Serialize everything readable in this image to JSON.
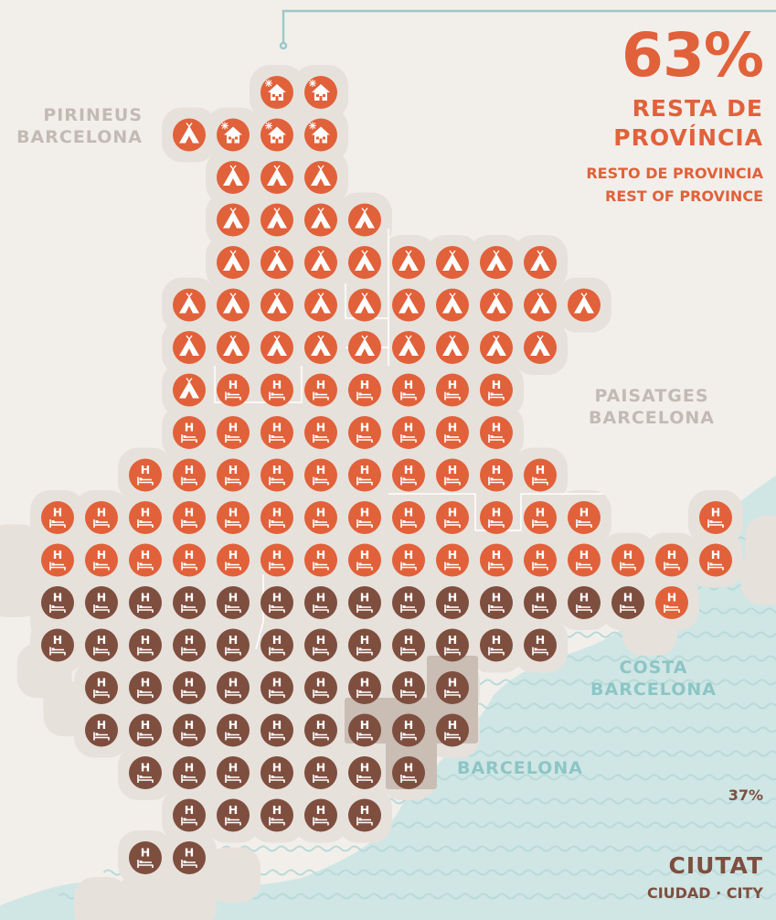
{
  "colors": {
    "background": "#f2efeb",
    "land": "#e7e1db",
    "sea": "#cfe6e5",
    "sea_wave": "#b9dad9",
    "connector": "#9cc9c9",
    "province": "#e1613a",
    "city": "#7e4e3f",
    "region_label": "#c3bab3",
    "coast_label": "#8cc5c5",
    "city_zone": "#c9bdb4"
  },
  "province_stat": {
    "percent": "63%",
    "label_line1": "RESTA DE",
    "label_line2": "PROVÍNCIA",
    "sub_line1": "RESTO DE PROVINCIA",
    "sub_line2": "REST OF PROVINCE",
    "share": 0.63
  },
  "city_stat": {
    "percent": "37%",
    "label": "CIUTAT",
    "sub": "CIUDAD · CITY",
    "share": 0.37
  },
  "regions": {
    "pirineus_line1": "PIRINEUS",
    "pirineus_line2": "BARCELONA",
    "paisatges_line1": "PAISATGES",
    "paisatges_line2": "BARCELONA",
    "costa_line1": "COSTA",
    "costa_line2": "BARCELONA",
    "barcelona": "BARCELONA"
  },
  "icon_types": {
    "H": "hotel-icon",
    "T": "tent-icon",
    "R": "rural-house-icon"
  },
  "icon_grid": [
    {
      "cells": [
        "",
        "",
        "",
        "",
        "",
        "OR",
        "OR"
      ]
    },
    {
      "cells": [
        "",
        "",
        "",
        "OT",
        "OR",
        "OR",
        "OR"
      ]
    },
    {
      "cells": [
        "",
        "",
        "",
        "",
        "OT",
        "OT",
        "OT"
      ]
    },
    {
      "cells": [
        "",
        "",
        "",
        "",
        "OT",
        "OT",
        "OT",
        "OT"
      ]
    },
    {
      "cells": [
        "",
        "",
        "",
        "",
        "OT",
        "OT",
        "OT",
        "OT",
        "OT",
        "OT",
        "OT",
        "OT"
      ]
    },
    {
      "cells": [
        "",
        "",
        "",
        "OT",
        "OT",
        "OT",
        "OT",
        "OT",
        "OT",
        "OT",
        "OT",
        "OT",
        "OT"
      ]
    },
    {
      "cells": [
        "",
        "",
        "",
        "OT",
        "OT",
        "OT",
        "OT",
        "OT",
        "OT",
        "OT",
        "OT",
        "OT"
      ]
    },
    {
      "cells": [
        "",
        "",
        "",
        "OT",
        "OH",
        "OH",
        "OH",
        "OH",
        "OH",
        "OH",
        "OH"
      ]
    },
    {
      "cells": [
        "",
        "",
        "",
        "OH",
        "OH",
        "OH",
        "OH",
        "OH",
        "OH",
        "OH",
        "OH"
      ]
    },
    {
      "cells": [
        "",
        "",
        "OH",
        "OH",
        "OH",
        "OH",
        "OH",
        "OH",
        "OH",
        "OH",
        "OH",
        "OH"
      ]
    },
    {
      "cells": [
        "OH",
        "OH",
        "OH",
        "OH",
        "OH",
        "OH",
        "OH",
        "OH",
        "OH",
        "OH",
        "OH",
        "OH",
        "OH",
        "",
        "",
        "OH"
      ]
    },
    {
      "cells": [
        "OH",
        "OH",
        "OH",
        "OH",
        "OH",
        "OH",
        "OH",
        "OH",
        "OH",
        "OH",
        "OH",
        "OH",
        "OH",
        "OH",
        "OH",
        "OH"
      ]
    },
    {
      "cells": [
        "BH",
        "BH",
        "BH",
        "BH",
        "BH",
        "BH",
        "BH",
        "BH",
        "BH",
        "BH",
        "BH",
        "BH",
        "BH",
        "BH",
        "OH"
      ]
    },
    {
      "cells": [
        "BH",
        "BH",
        "BH",
        "BH",
        "BH",
        "BH",
        "BH",
        "BH",
        "BH",
        "BH",
        "BH",
        "BH"
      ]
    },
    {
      "cells": [
        "",
        "BH",
        "BH",
        "BH",
        "BH",
        "BH",
        "BH",
        "BH",
        "BH",
        "BH"
      ]
    },
    {
      "cells": [
        "",
        "BH",
        "BH",
        "BH",
        "BH",
        "BH",
        "BH",
        "BH",
        "BH",
        "BH"
      ]
    },
    {
      "cells": [
        "",
        "",
        "BH",
        "BH",
        "BH",
        "BH",
        "BH",
        "BH",
        "BH"
      ]
    },
    {
      "cells": [
        "",
        "",
        "",
        "BH",
        "BH",
        "BH",
        "BH",
        "BH"
      ]
    },
    {
      "cells": [
        "",
        "",
        "BH",
        "BH"
      ]
    }
  ]
}
